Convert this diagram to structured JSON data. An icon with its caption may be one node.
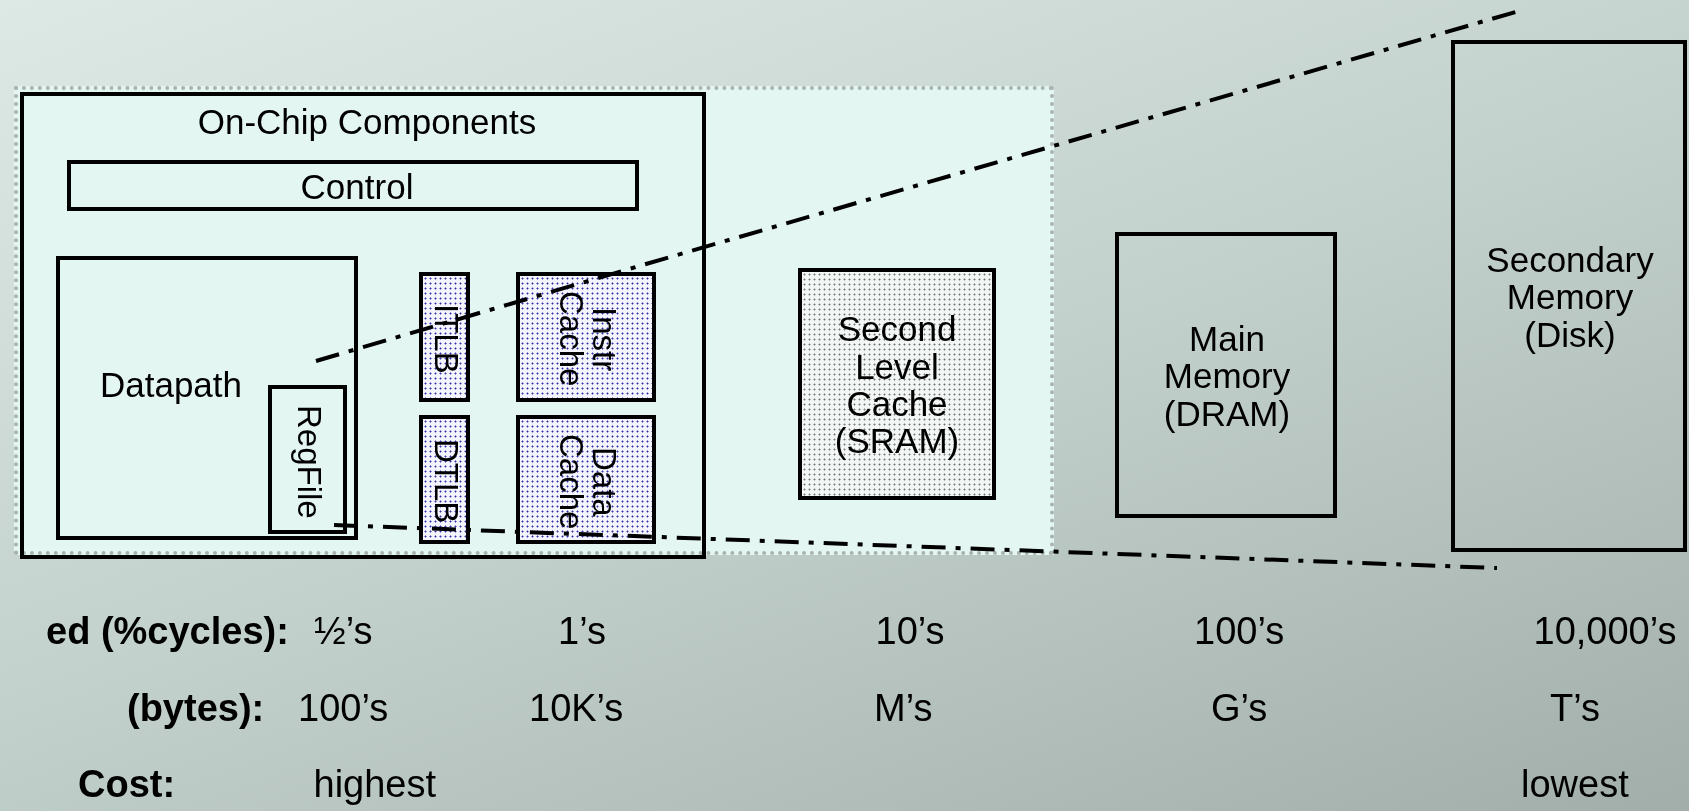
{
  "diagram": {
    "nodes": [
      {
        "text": [],
        "shape": "box"
      },
      {
        "text": [
          "On-Chip Components"
        ],
        "in": 0
      },
      {
        "text": [
          "Control"
        ],
        "in": 1
      },
      {
        "text": [
          "Datapath"
        ],
        "in": 1
      },
      {
        "text": [
          "RegFile"
        ],
        "in": 3
      },
      {
        "text": [
          "ITLB"
        ],
        "in": 1
      },
      {
        "text": [
          "Instr Cache"
        ],
        "in": 1
      },
      {
        "text": [
          "DTLB"
        ],
        "in": 1
      },
      {
        "text": [
          "Data Cache"
        ],
        "in": 1
      },
      {
        "text": [
          "Second Level Cache (SRAM)"
        ],
        "in": 0
      },
      {
        "text": [
          "Main Memory (DRAM)"
        ]
      },
      {
        "text": [
          "Secondary Memory (Disk)"
        ]
      }
    ],
    "edges": [],
    "labels": [
      "ed (%cycles):",
      "½’s",
      "1’s",
      "10’s",
      "100’s",
      "10,000’s",
      "(bytes):",
      "100’s",
      "10K’s",
      "M’s",
      "G’s",
      "T’s",
      "Cost:",
      "highest",
      "lowest"
    ]
  }
}
